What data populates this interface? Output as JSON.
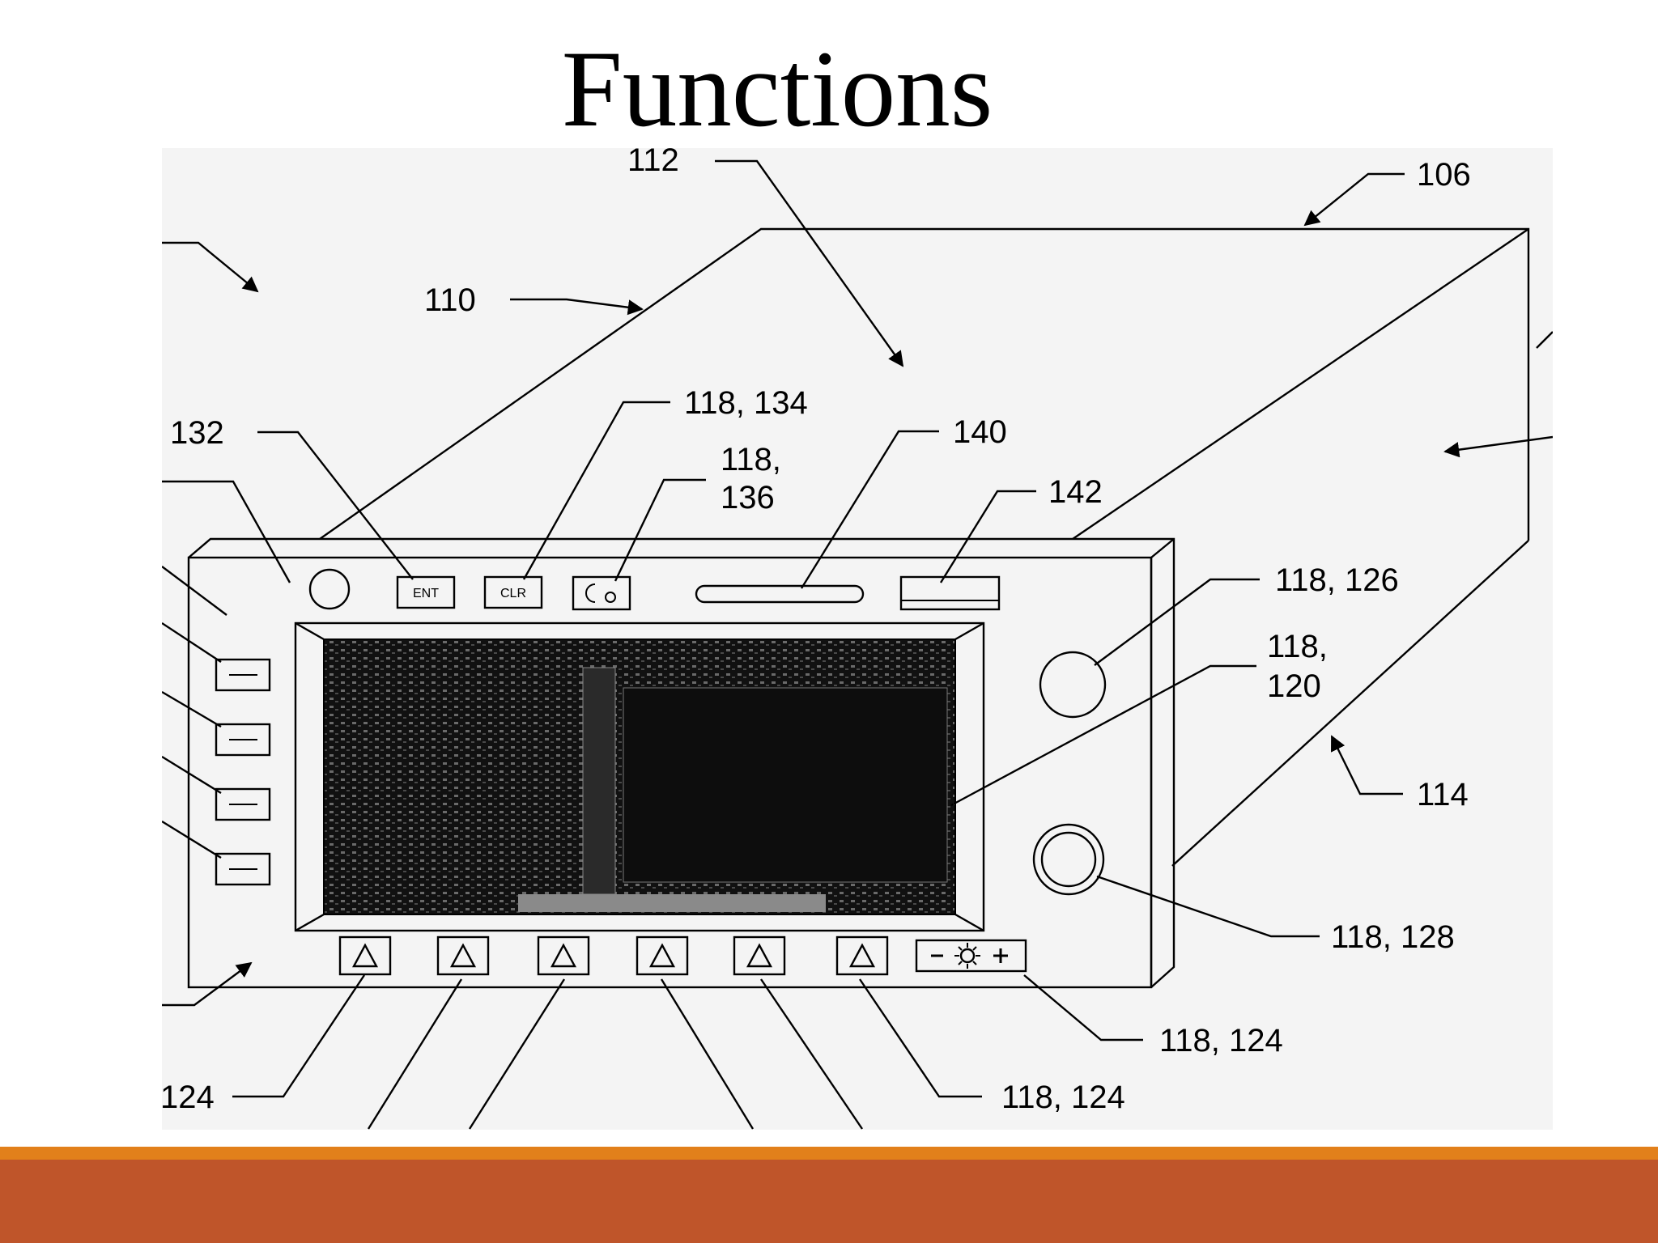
{
  "slide": {
    "title": "Functions",
    "accent_color": "#e2801b",
    "footer_color": "#bf552a"
  },
  "diagram": {
    "labels": {
      "l106": "106",
      "l110": "110",
      "l112": "112",
      "l114": "114",
      "l132": "132",
      "l140": "140",
      "l142": "142",
      "l118_134": "118, 134",
      "l118_136_a": "118,",
      "l118_136_b": "136",
      "l118_126": "118, 126",
      "l118_120_a": "118,",
      "l118_120_b": "120",
      "l118_128": "118, 128",
      "l118_124_right": "118, 124",
      "l118_124_bottom": "118, 124",
      "l124_left": "124"
    },
    "buttons": {
      "ent": "ENT",
      "clr": "CLR"
    },
    "icons": [
      "brightness-mode-icon",
      "brightness-control-icon",
      "softkey-triangle-icon"
    ]
  }
}
